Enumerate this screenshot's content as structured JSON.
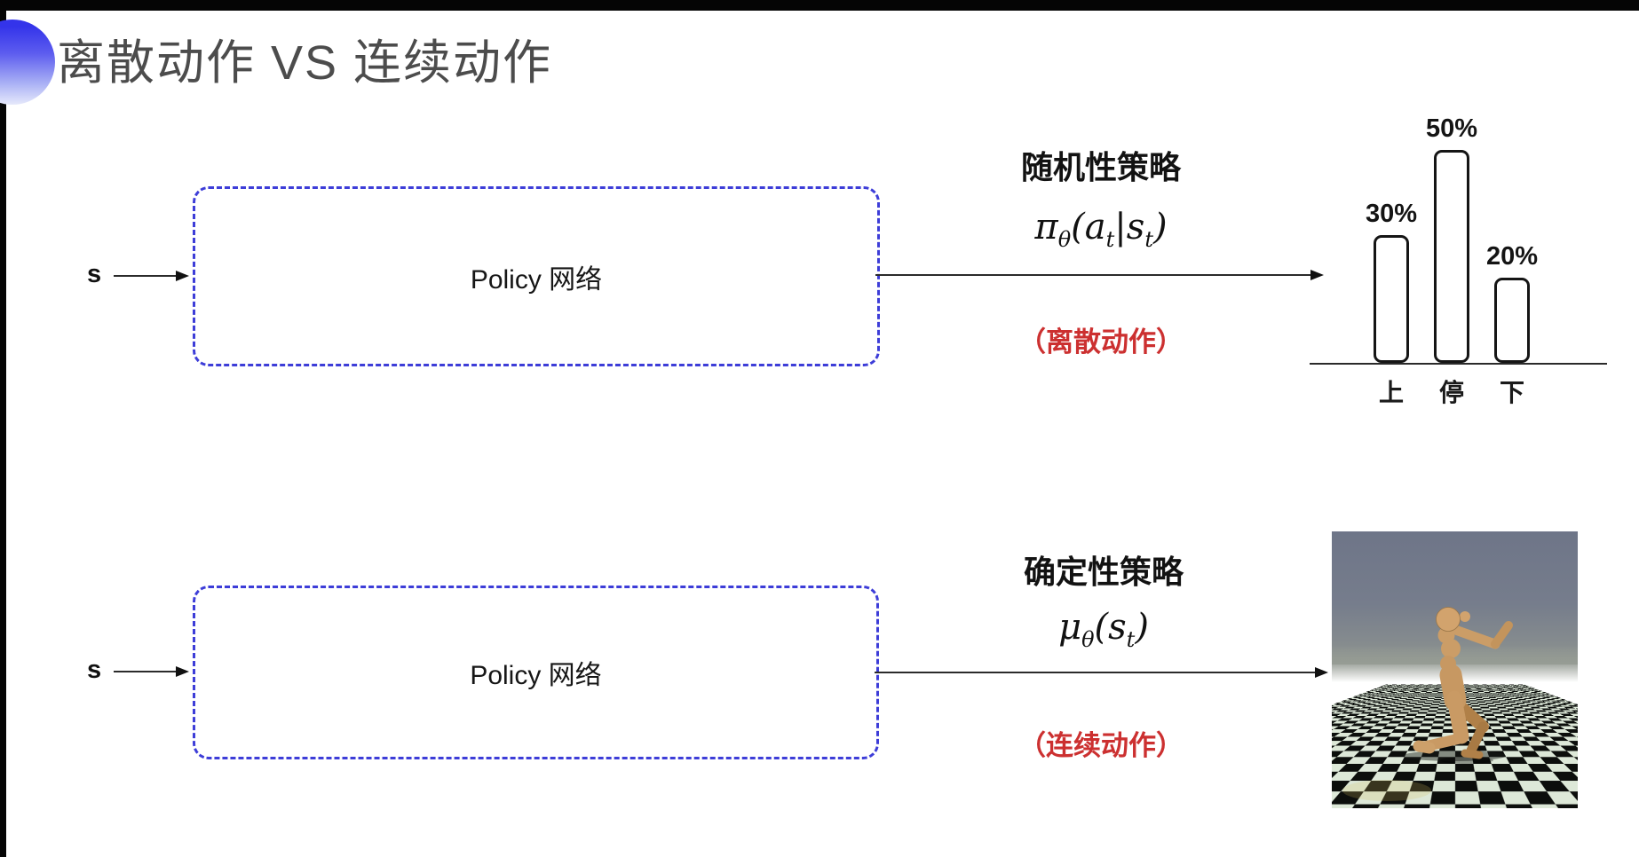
{
  "slide": {
    "title": "离散动作 VS 连续动作"
  },
  "top_row": {
    "input_label": "s",
    "box_label": "Policy 网络",
    "policy_title": "随机性策略",
    "formula": {
      "sym": "π",
      "sub1": "θ",
      "open": "(",
      "arg1": "a",
      "sub2": "t",
      "sep": "|",
      "arg2": "s",
      "sub3": "t",
      "close": ")"
    },
    "action_type": "（离散动作）"
  },
  "bottom_row": {
    "input_label": "s",
    "box_label": "Policy 网络",
    "policy_title": "确定性策略",
    "formula": {
      "sym": "μ",
      "sub1": "θ",
      "open": "(",
      "arg1": "s",
      "sub2": "t",
      "close": ")"
    },
    "action_type": "（连续动作）"
  },
  "chart_data": {
    "type": "bar",
    "categories": [
      "上",
      "停",
      "下"
    ],
    "values": [
      30,
      50,
      20
    ],
    "value_labels": [
      "30%",
      "50%",
      "20%"
    ],
    "title": "",
    "xlabel": "",
    "ylabel": "",
    "ylim": [
      0,
      50
    ],
    "grid": false,
    "legend": false,
    "bar_fill": "#ffffff",
    "bar_border": "#151515"
  },
  "robot_image": {
    "alt": "humanoid-robot-on-checkerboard-floor"
  },
  "colors": {
    "box_border_blue": "#3d3dd8",
    "highlight_red": "#cc3030",
    "title_gray": "#4c4c4c",
    "sky_top": "#6e7588",
    "floor_light": "#dde8d8",
    "floor_dark": "#0c0e0c",
    "robot_tan": "#cb9d67"
  }
}
